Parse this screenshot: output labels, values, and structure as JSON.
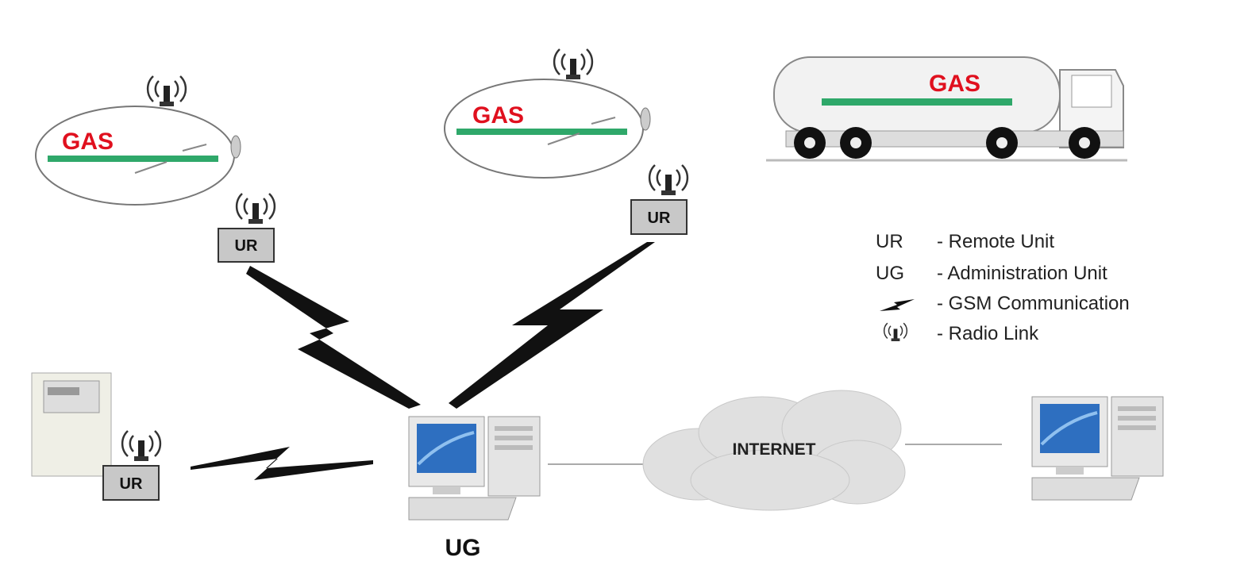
{
  "tanks": [
    {
      "label": "GAS"
    },
    {
      "label": "GAS"
    }
  ],
  "truck": {
    "label": "GAS"
  },
  "remote_units": [
    {
      "label": "UR"
    },
    {
      "label": "UR"
    },
    {
      "label": "UR"
    }
  ],
  "admin_unit": {
    "label": "UG"
  },
  "internet": {
    "label": "INTERNET"
  },
  "legend": [
    {
      "key": "UR",
      "desc": "- Remote Unit"
    },
    {
      "key": "UG",
      "desc": "- Administration Unit"
    },
    {
      "key": "gsm-lightning-icon",
      "desc": "- GSM Communication"
    },
    {
      "key": "radio-antenna-icon",
      "desc": "- Radio Link"
    }
  ],
  "colors": {
    "gas_text": "#e0101e",
    "pipe": "#2fa86a",
    "box": "#c8c8c8",
    "screen": "#2e6fc0"
  }
}
